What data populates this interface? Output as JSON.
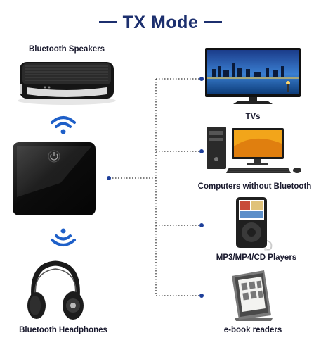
{
  "title": "TX Mode",
  "left_devices": {
    "speakers_label": "Bluetooth Speakers",
    "headphones_label": "Bluetooth Headphones"
  },
  "right_devices": [
    {
      "label": "TVs",
      "icon": "tv-icon"
    },
    {
      "label": "Computers without Bluetooth",
      "icon": "computer-icon"
    },
    {
      "label": "MP3/MP4/CD Players",
      "icon": "mp3-player-icon"
    },
    {
      "label": "e-book readers",
      "icon": "ebook-reader-icon"
    }
  ],
  "colors": {
    "title": "#1c2f6e",
    "wifi": "#1e5fc8",
    "connector": "#333333",
    "dot": "#1e3f9a"
  }
}
